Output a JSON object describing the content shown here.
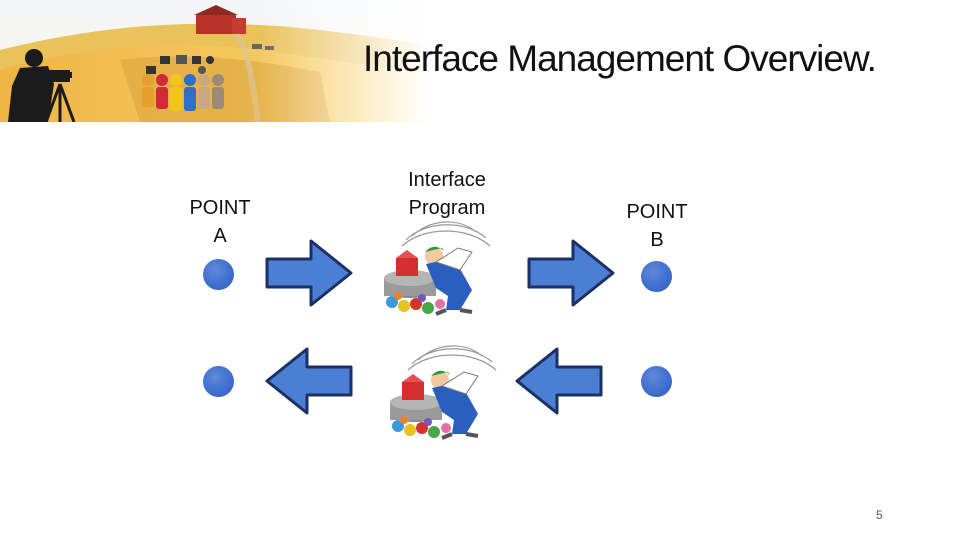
{
  "title": "Interface Management Overview.",
  "labels": {
    "point_a": [
      "POINT",
      "A"
    ],
    "interface_program": [
      "Interface",
      "Program"
    ],
    "point_b": [
      "POINT",
      "B"
    ]
  },
  "page_number": "5",
  "colors": {
    "node": "#3f6fcf",
    "arrow_fill": "#4a7fd4",
    "arrow_stroke": "#1c2f66"
  },
  "icons": {
    "banner": "farm-silhouette-banner",
    "program": "worker-icon",
    "forward": "arrow-right-icon",
    "back": "arrow-left-icon"
  }
}
